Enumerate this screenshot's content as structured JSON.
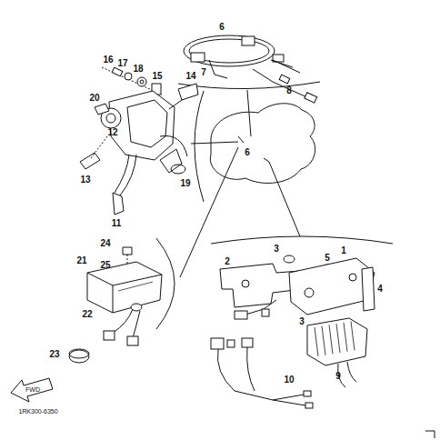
{
  "diagram": {
    "labels": [
      "16",
      "17",
      "18",
      "15",
      "20",
      "12",
      "13",
      "14",
      "11",
      "19",
      "6",
      "7",
      "8",
      "6",
      "3",
      "5",
      "2",
      "1",
      "3",
      "4",
      "24",
      "21",
      "25",
      "22",
      "23",
      "9",
      "10",
      "FWD",
      "1RK300-6350"
    ]
  }
}
